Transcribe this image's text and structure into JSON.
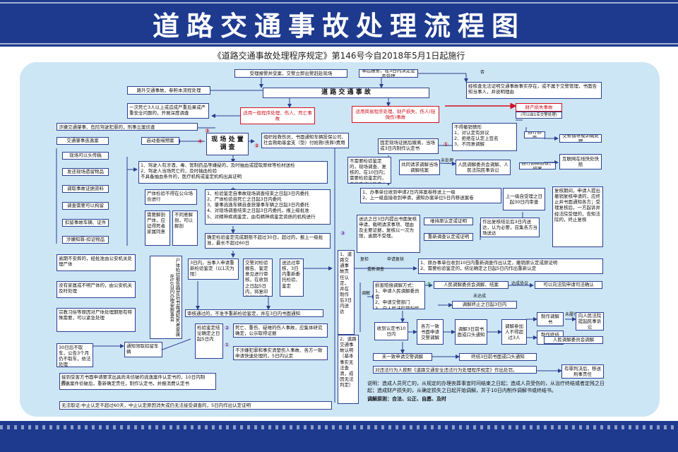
{
  "title": "道路交通事故处理流程图",
  "subtitle": "《道路交通事故处理程序规定》第146号今自2018年5月1日起施行",
  "boxes": {
    "b_report": "受理报警并受案，交警立即出警赶赴现场",
    "b_nonroad": "路外交通事故，参照本流程处理",
    "b_main": "道 路 交 通 事 故",
    "b_general": "适用一般程序处理、伤人、死亡事故",
    "b_simple": "适用简易程序处理、财产损失、伤人(轻微伤)事故",
    "b_serious": "一次死亡3人以上或造成严重后果或严重安全问题的，开展深度调查",
    "b_crime": "涉嫌交通肇事、危险驾驶犯罪的，刑事立案侦查",
    "b_escape": "交通肇事逃逸案",
    "b_escape_chase": "启动查缉预案",
    "b_scene": "现 场 处 置 调 查",
    "b_rescue": "组织抢救伤员，书面通知车辆投保公司、社会救助基金支（垫）付抢救(丧葬)费用",
    "b_photo": "现场可以头传稿",
    "b_evidence": "发还现场遗留物品",
    "b_video": "调取事故证据资料",
    "b_witness": "调查需要可以拘留",
    "b_detain_car": "扣留事故车辆、证件",
    "b_detain_goods": "涉嫌知罪-扣证物品",
    "b_blood": "1、驾驶人有涉酒、毒、管制药品等嫌疑的，及时抽血或提取尿样等检材送检\n2、驾驶人当场死亡的，及时抽血检验\n   不具备抽血条件的，医疗机构或鉴定机构出具证明",
    "b_autopsy": "尸体检验不得在公众场合进行",
    "b_need_autopsy": "需要解剖尸体，应征得死者家属同意",
    "b_no_consent": "不同意解剖，可以解剖",
    "b_appraise": "1、检验鉴定自事故现场调查结束之日起3日内委托\n2、尸体检验自死亡之日起3日内委托\n3、肇事逃逸车辆自查获肇事车辆之日起3日内委托\n4、对现场调查结束之日起3日内委托，报上级批准\n5、对精神疾病鉴定，由有精神病鉴定资质的机构进行",
    "b_limit": "确定检验鉴定完成期限不超过30日，超过的，报上一级批准，最长不超过60日",
    "b_body_notify": "尸体检验报告确定后书面通知死者家属在10日内办理安葬事宜",
    "b_body_unknown": "逾期不安葬的，经批准由公安机关处理尸体",
    "b_no_family": "没有家属或不明尸体的，由公安机关及时处理",
    "b_religion": "宗教习俗等原因对尸体处理期限有特殊需要，可以紧急处理",
    "b_30days": "30日后不取车，公告3个月仍不取车，依法处理",
    "b_3days_party": "3日内，当事人申请重新检验鉴定（以1次为限）",
    "b_re_appraise": "交警对检验报告、鉴定意见进行审核，在收到之日起5日内，将复印件送达当事人",
    "b_within_appraise": "送达过审核，3日内重新委托检验、鉴定",
    "b_approve": "审核通过的，不准予重新检验鉴定，并在3日内书面通知",
    "b_report_result": "检验鉴定结论确定之日起5日内",
    "b_return_car": "通知领取扣留车辆",
    "b_death_check": "死亡、重伤、疑难的伤人事故，应集体研究确定，公示取得证据",
    "b_no_victim": "不涉嫌犯罪和事实清楚伤人事故、各方一致申请快速处理的，5日内认定",
    "b_settle": "接到受害方书面申请要求出具尚未侦破的逃逸案件认定书的，10日内制作。",
    "b_fault": "逃逸案件侦破后，重新确定责任，制作认定书，并报消费认定书",
    "b_no_proof": "无法取证:中止认定不超过60天，中止认定原因消失或仍无法接受调查的，5日内作出认定证明",
    "b_fast_appraise": "不需要检验鉴定的，现场调查、复核的，在10日内；需要检验鉴定的，自鉴定结论确定之日起5日内",
    "b_resp": "1、道路交通事故责任认定，并在制作后3日内送达",
    "b_resp2": "2、道路交通事故认明（基本事实无法查清，成因无法判定）",
    "b_appeal": "1、办事单位收到申请2日内将案卷移送上一级\n2、上一级直接收到申请，通知办案单位5日内移送案卷",
    "b_above": "上一级自受理之日起30日内审查",
    "b_review_note": "复核期间，申请人提出撤销复核申请的，应终止并书面通知各方；受理复核后，一方起诉并经法院受理的，告知法院的，终止复核",
    "b_no_resp_3": "送达之日3日内提出书面复核申请，载明请求事项、理由及主要证据，复核以一次为限，逾期不受理。",
    "b_keep": "维持原认定或证明",
    "b_review": "作出复核结论后3日内送达，认为必要，召集各方当场送达",
    "b_reinvest": "重新调查认定或证明",
    "b_cancel": "1、原办事单位收到10日内重新调查作出认定，撤销原认定或原证明\n2、需要检验鉴定的，结论确定之日起5日内作出重新认定",
    "b_mediate_req": "损害赔偿调解方式：\n1、申请人民调解委员会\n2、申请交警部门\n3、向人民法院提起民事诉讼",
    "b_people_med": "人民调解委员会调解、结案",
    "b_court_ok": "可以向法院申请司法确认",
    "b_mediate_end": "调解终止之日起3日内",
    "b_recv": "收到认定书10日内",
    "b_party_appl": "各方一致书面申请交警调解",
    "b_3days": "调解3日前书面或口头通知",
    "b_people": "调解参加人不得超过3人",
    "b_result": "制作调解书",
    "b_end": "制作终结书",
    "b_lawsuit": "向人民法院提起民事诉讼",
    "b_people_med2": "人民调解委员会调解",
    "b_one_party": "未一致申请交警调解",
    "b_end_3days": "终结3日前书面或口头通知",
    "b_violation": "对违法行为人按照《道路交通安全违法行为处理程序规定》作出处罚。",
    "b_crime_end": "有罪判决后，移送刑事责任",
    "b_property": "财产损失事故",
    "b_property_sub": "(可以由1名交警处理)",
    "b_check_accident": "经核查无法证明交通事故事实存在，或不属于交警管理，书面告知当事人，并说明理由",
    "b_3days_decide": "事后报警，在3日内决定是否受理",
    "b_no_cert": "不得撤销情形\n1、对认定有异议\n2、拒绝在认定上签名\n3、不同意调解",
    "b_fixed": "固定现场证据后撤离，当场或3日内制作认定书",
    "b_record": "共同请求调解当场调解结案",
    "b_court": "人民调解委员会调解、人民法院民事诉讼",
    "b_self": "自行协商",
    "b_traffic": "交警指导或训诫处理",
    "b_internet": "互联网在线快处快赔",
    "b_self_end": "自行协商协议；结案",
    "note_explain": "说明：造成人员死亡的，从规定的办理丧葬事宜时间结束之日起；造成人员受伤的，从治疗终结或者定残之日起；造成财产损失的，从确定损失之日起开始调解，并于10日内制作调解书或终结书。",
    "note_principle": "调解原则：合法、公正、自愿、及时"
  },
  "labels": {
    "no": "否",
    "not_processed": "未处理",
    "approve": "复检",
    "appeal": "申请复核",
    "mediate": "调解",
    "agree": "达成协议",
    "not_reached": "未达成",
    "not_agree": "未履行",
    "review": "重新调查"
  },
  "numbers": {
    "n1": "①",
    "n2": "②",
    "n3": "③",
    "n4": "④",
    "n5": "⑤"
  }
}
